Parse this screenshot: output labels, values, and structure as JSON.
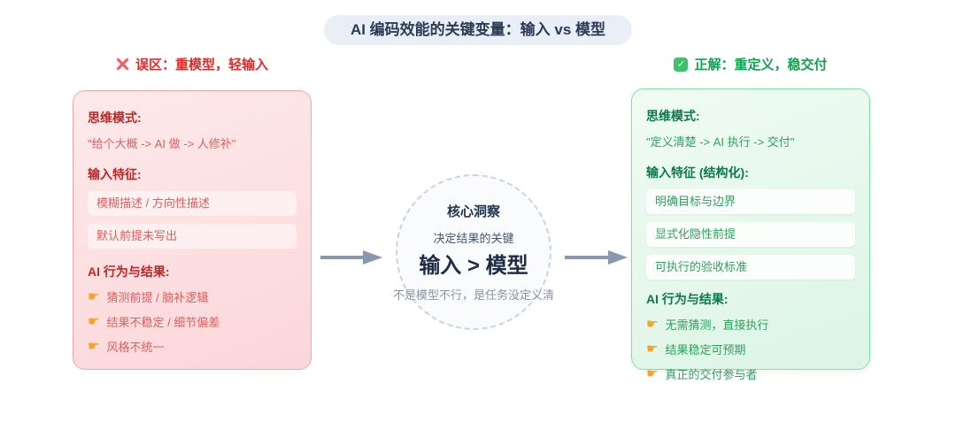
{
  "title": "AI 编码效能的关键变量：输入 vs 模型",
  "icons": {
    "left_header": "x-mark",
    "right_header": "checkbox-check",
    "check_glyph": "✓",
    "bullet": "pointing-finger",
    "bullet_glyph": "☛"
  },
  "colors": {
    "title_pill_bg": "#e9eef7",
    "title_text": "#2c3a55",
    "mistake_red": "#e02b2b",
    "mistake_card_border": "#f4a5ae",
    "mistake_strong": "#c02626",
    "mistake_body": "#e05f5f",
    "correct_green": "#12a150",
    "correct_card_border": "#7fe0a4",
    "correct_strong": "#0a7a4d",
    "correct_body": "#2fa05e",
    "arrow_gray": "#8898ad",
    "circle_border": "#c9d4e1",
    "bullet_orange": "#f6a32b"
  },
  "left": {
    "header": {
      "label": "误区：重模型，轻输入"
    },
    "card": {
      "mindset_title": "思维模式:",
      "mindset_quote": "\"给个大概 -> AI 做 -> 人修补\"",
      "input_title": "输入特征:",
      "input_boxes": [
        "模糊描述 / 方向性描述",
        "默认前提未写出"
      ],
      "behavior_title": "AI 行为与结果:",
      "behavior_bullets": [
        "猜测前提 / 脑补逻辑",
        "结果不稳定 / 细节偏差",
        "风格不统一"
      ]
    }
  },
  "right": {
    "header": {
      "label": "正解：重定义，稳交付"
    },
    "card": {
      "mindset_title": "思维模式:",
      "mindset_quote": "\"定义清楚 -> AI 执行 -> 交付\"",
      "input_title": "输入特征 (结构化):",
      "input_boxes": [
        "明确目标与边界",
        "显式化隐性前提",
        "可执行的验收标准"
      ],
      "behavior_title": "AI 行为与结果:",
      "behavior_bullets": [
        "无需猜测，直接执行",
        "结果稳定可预期",
        "真正的交付参与者"
      ]
    }
  },
  "center": {
    "title": "核心洞察",
    "subtitle": "决定结果的关键",
    "formula": "输入 > 模型",
    "caption": "不是模型不行，是任务没定义清"
  }
}
